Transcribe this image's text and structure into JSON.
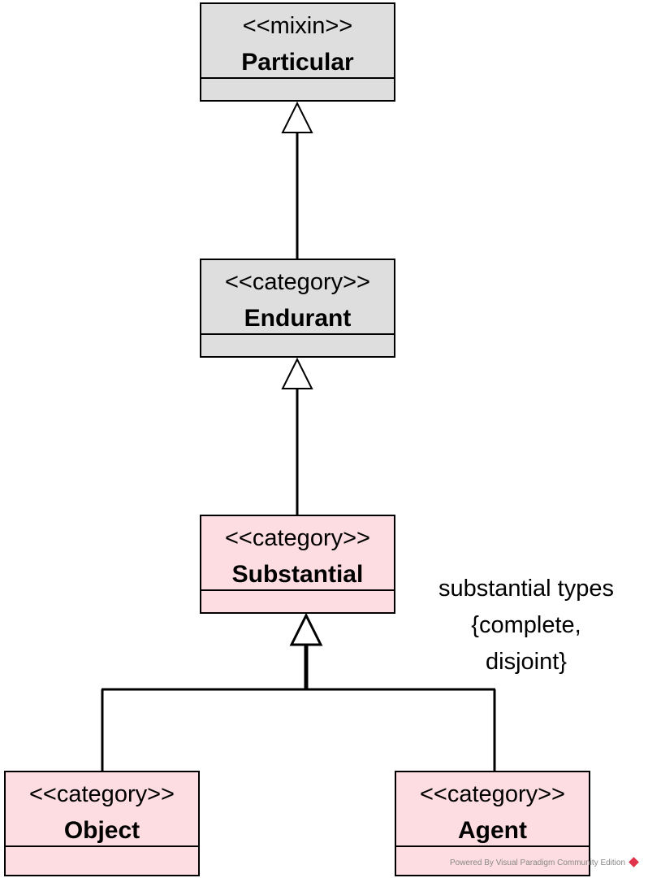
{
  "classes": {
    "particular": {
      "stereotype": "<<mixin>>",
      "name": "Particular",
      "fill": "#dedede"
    },
    "endurant": {
      "stereotype": "<<category>>",
      "name": "Endurant",
      "fill": "#dedede"
    },
    "substantial": {
      "stereotype": "<<category>>",
      "name": "Substantial",
      "fill": "#fddde1"
    },
    "object": {
      "stereotype": "<<category>>",
      "name": "Object",
      "fill": "#fddde1"
    },
    "agent": {
      "stereotype": "<<category>>",
      "name": "Agent",
      "fill": "#fddde1"
    }
  },
  "generalization_set": {
    "line1": "substantial types",
    "line2": "{complete,",
    "line3": "disjoint}"
  },
  "watermark": "Powered By  Visual Paradigm Community Edition",
  "colors": {
    "gray_class": "#dedede",
    "pink_class": "#fddde1",
    "stroke": "#000000"
  }
}
